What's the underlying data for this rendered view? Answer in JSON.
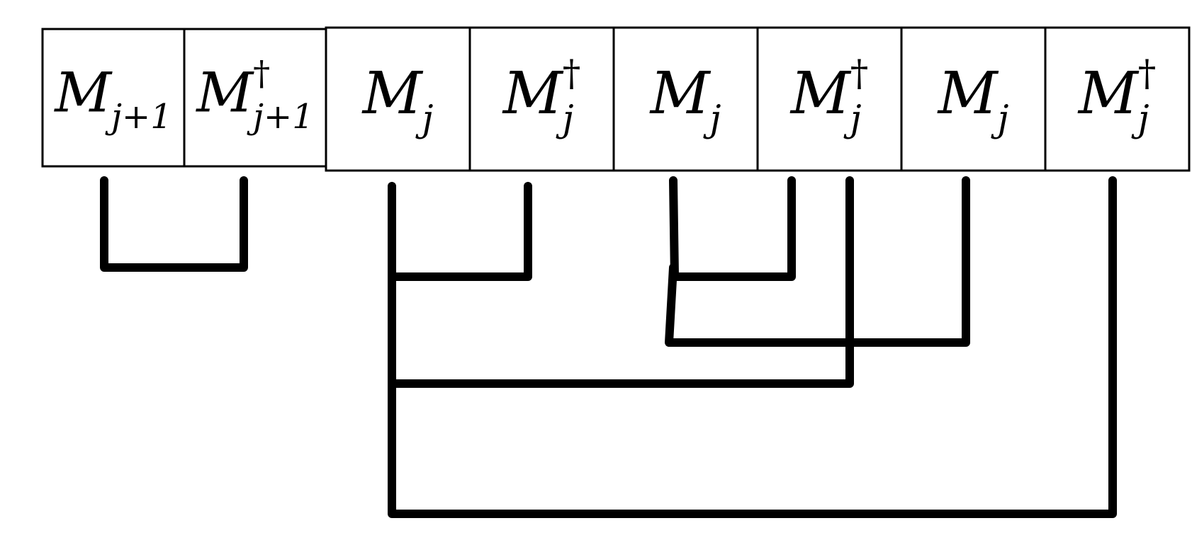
{
  "diagram": {
    "stroke_color": "#000000",
    "background": "#ffffff",
    "cells": [
      {
        "id": "c0",
        "base": "M",
        "subscript": "j+1",
        "superscript": ""
      },
      {
        "id": "c1",
        "base": "M",
        "subscript": "j+1",
        "superscript": "†"
      },
      {
        "id": "c2",
        "base": "M",
        "subscript": "j",
        "superscript": ""
      },
      {
        "id": "c3",
        "base": "M",
        "subscript": "j",
        "superscript": "†"
      },
      {
        "id": "c4",
        "base": "M",
        "subscript": "j",
        "superscript": ""
      },
      {
        "id": "c5",
        "base": "M",
        "subscript": "j",
        "superscript": "†"
      },
      {
        "id": "c6",
        "base": "M",
        "subscript": "j",
        "superscript": ""
      },
      {
        "id": "c7",
        "base": "M",
        "subscript": "j",
        "superscript": "†"
      }
    ],
    "contractions": [
      {
        "from": "c0",
        "to": "c1"
      },
      {
        "from": "c2",
        "to": "c3"
      },
      {
        "from": "c4",
        "to": "c5"
      },
      {
        "from": "c4",
        "to": "c6"
      },
      {
        "from": "c2",
        "to": "c5"
      },
      {
        "from": "c2",
        "to": "c7"
      }
    ]
  }
}
